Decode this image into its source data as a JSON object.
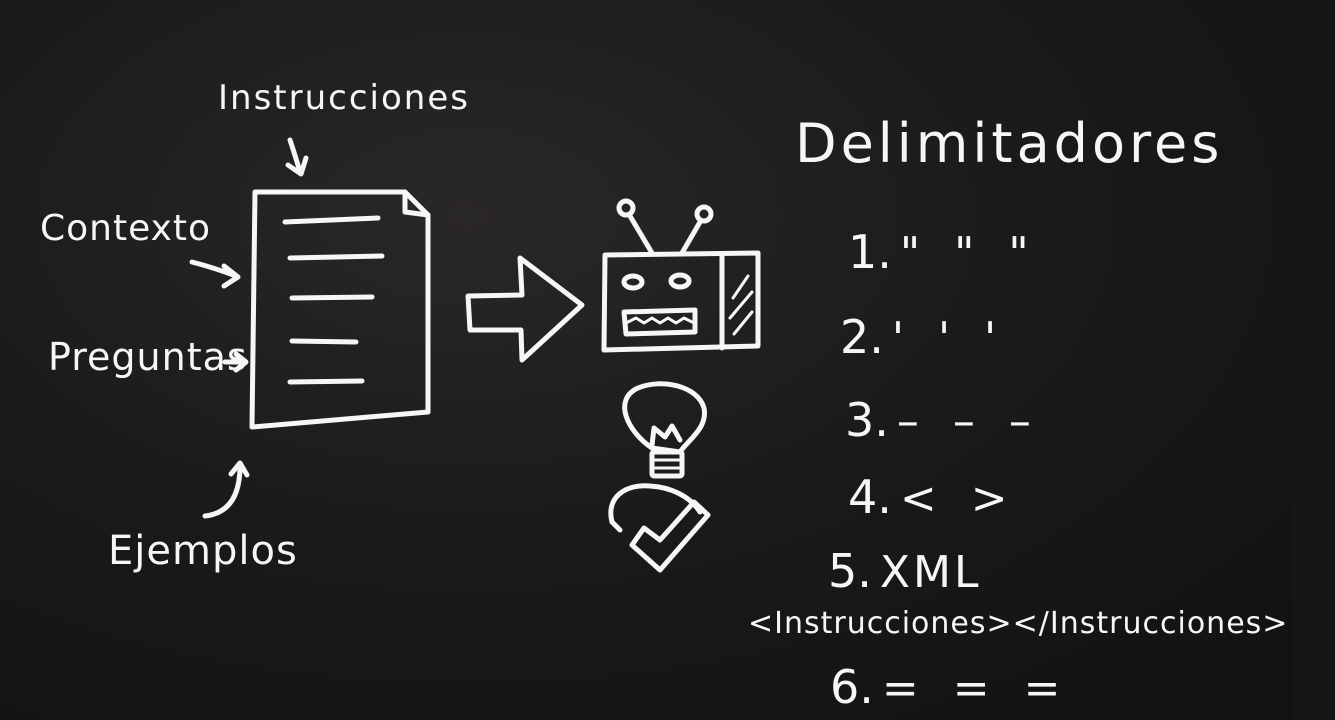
{
  "labels": {
    "instrucciones": "Instrucciones",
    "contexto": "Contexto",
    "preguntas": "Preguntas",
    "ejemplos": "Ejemplos"
  },
  "delimitadores": {
    "title": "Delimitadores",
    "items": [
      {
        "num": "1.",
        "symbol": "\" \" \""
      },
      {
        "num": "2.",
        "symbol": "' ' '"
      },
      {
        "num": "3.",
        "symbol": "– – –"
      },
      {
        "num": "4.",
        "symbol": "< >"
      },
      {
        "num": "5.",
        "symbol": "XML"
      },
      {
        "num": "6.",
        "symbol": "= = ="
      }
    ],
    "xml_example": "<Instrucciones></Instrucciones>"
  },
  "colors": {
    "chalk": "#f6f6f6",
    "board": "#1a1a1c"
  },
  "icons": [
    "document-icon",
    "arrow-right-icon",
    "robot-icon",
    "lightbulb-icon",
    "checkmark-icon"
  ]
}
